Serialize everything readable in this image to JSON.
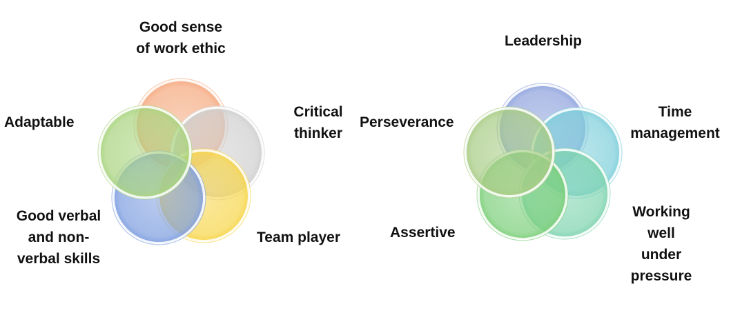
{
  "diagrams": [
    {
      "id": "left",
      "items": [
        {
          "label": "Good sense\nof work ethic",
          "color": "#f5a97f"
        },
        {
          "label": "Critical\nthinker",
          "color": "#cfcfcf"
        },
        {
          "label": "Team player",
          "color": "#f7d64c"
        },
        {
          "label": "Good verbal\nand non-\nverbal skills",
          "color": "#7f9fe0"
        },
        {
          "label": "Adaptable",
          "color": "#a9d47f"
        }
      ]
    },
    {
      "id": "right",
      "items": [
        {
          "label": "Leadership",
          "color": "#8fa3dd"
        },
        {
          "label": "Time\nmanagement",
          "color": "#7fcfdb"
        },
        {
          "label": "Working\nwell under\npressure",
          "color": "#7fd4b0"
        },
        {
          "label": "Assertive",
          "color": "#7ccf7a"
        },
        {
          "label": "Perseverance",
          "color": "#a8cc85"
        }
      ]
    }
  ]
}
